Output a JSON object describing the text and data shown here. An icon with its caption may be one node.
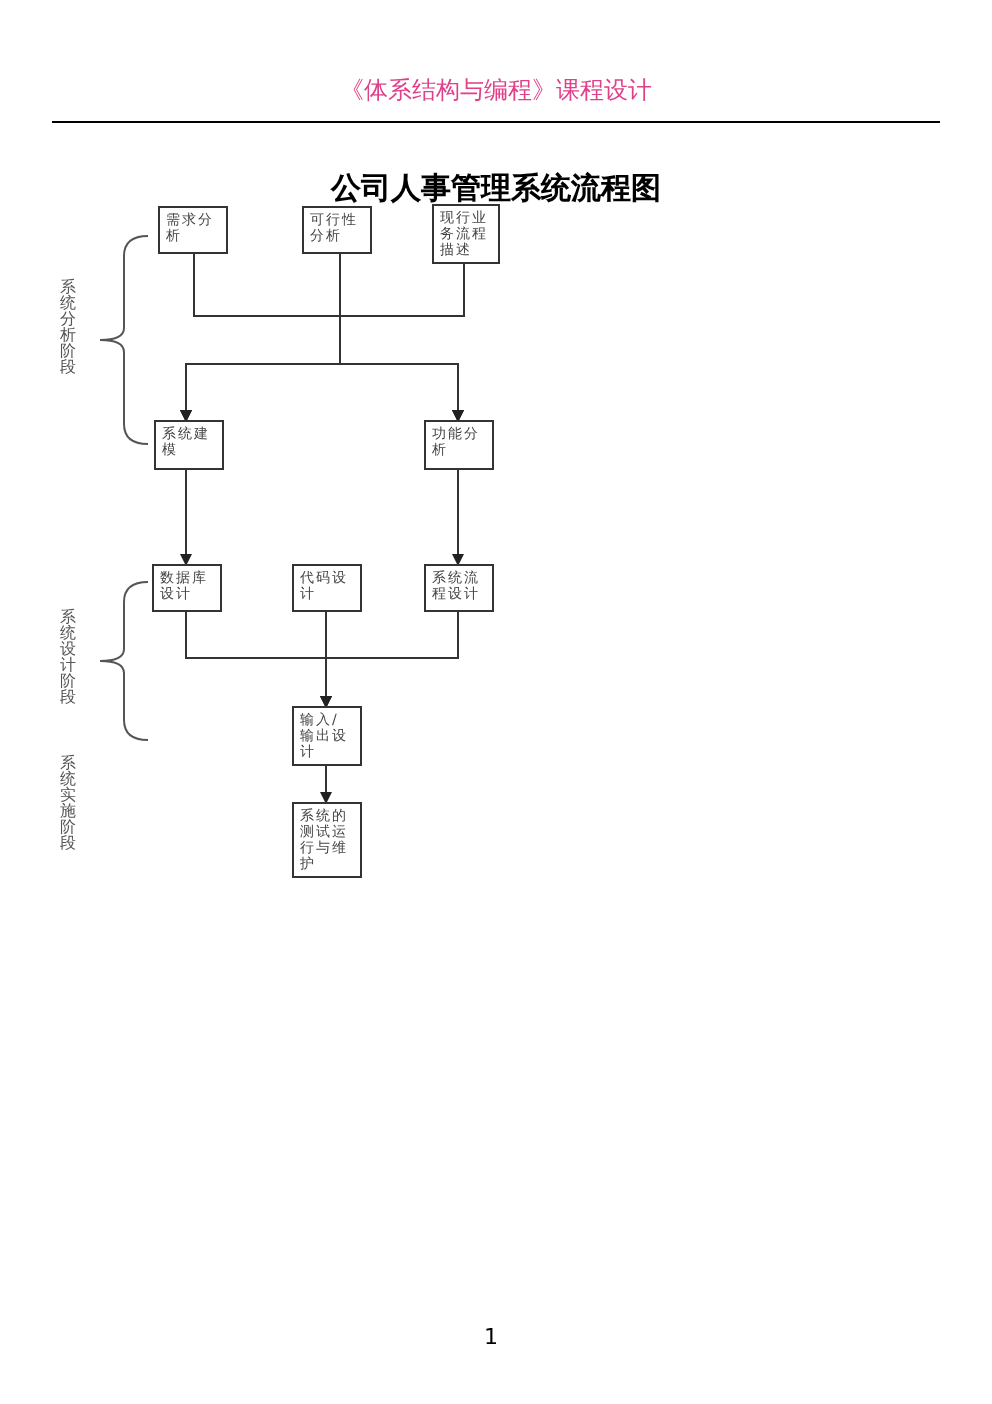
{
  "diagram": {
    "title": "公司人事管理系统流程图",
    "nodes": [
      {
        "text": [
          "需求分析"
        ]
      },
      {
        "text": [
          "可行性分析"
        ]
      },
      {
        "text": [
          "现行业务流程描述"
        ]
      },
      {
        "text": [
          "系统建模"
        ]
      },
      {
        "text": [
          "功能分析"
        ]
      },
      {
        "text": [
          "数据库设计"
        ]
      },
      {
        "text": [
          "代码设计"
        ]
      },
      {
        "text": [
          "系统流程设计"
        ]
      },
      {
        "text": [
          "输入/输出设计"
        ]
      },
      {
        "text": [
          "系统的测试运行与维护"
        ]
      }
    ],
    "edges": [
      {
        "from": 0,
        "to": 3,
        "arrow": "to"
      },
      {
        "from": 0,
        "to": 4,
        "arrow": "to"
      },
      {
        "from": 1,
        "to": 3,
        "arrow": "to"
      },
      {
        "from": 1,
        "to": 4,
        "arrow": "to"
      },
      {
        "from": 2,
        "to": 3,
        "arrow": "to"
      },
      {
        "from": 2,
        "to": 4,
        "arrow": "to"
      },
      {
        "from": 3,
        "to": 5,
        "arrow": "to"
      },
      {
        "from": 4,
        "to": 7,
        "arrow": "to"
      },
      {
        "from": 5,
        "to": 8,
        "arrow": "to"
      },
      {
        "from": 6,
        "to": 8,
        "arrow": "to"
      },
      {
        "from": 7,
        "to": 8,
        "arrow": "to"
      },
      {
        "from": 8,
        "to": 9,
        "arrow": "to"
      }
    ],
    "labels": [
      "《体系结构与编程》课程设计",
      "系统分析阶段",
      "系统设计阶段",
      "系统实施阶段",
      "1"
    ]
  }
}
